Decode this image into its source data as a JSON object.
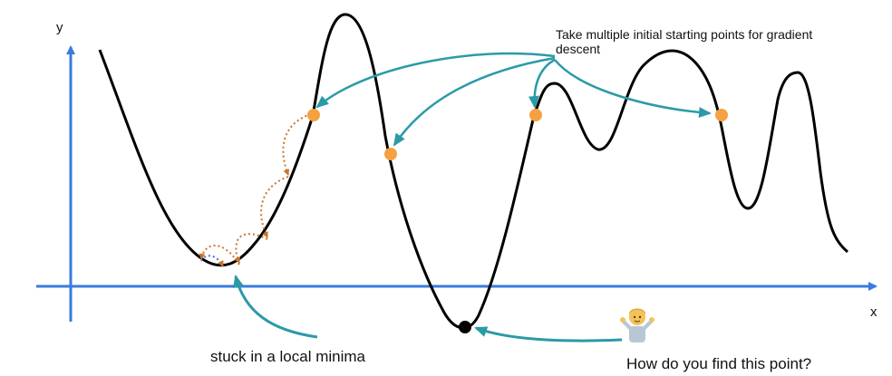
{
  "axes": {
    "x_label": "x",
    "y_label": "y"
  },
  "annotations": {
    "multiple_starts": "Take multiple initial starting points for gradient descent",
    "local_minimum": "stuck in a local minima",
    "question": "How do you find this point?"
  },
  "icons": {
    "question_person": "person-shrugging-icon"
  },
  "colors": {
    "axis": "#3a7bdc",
    "curve": "#000000",
    "start_point": "#f5a142",
    "pointer_arrow": "#2b9aa7",
    "descent_step": "#c8752e",
    "global_minimum": "#000000"
  }
}
